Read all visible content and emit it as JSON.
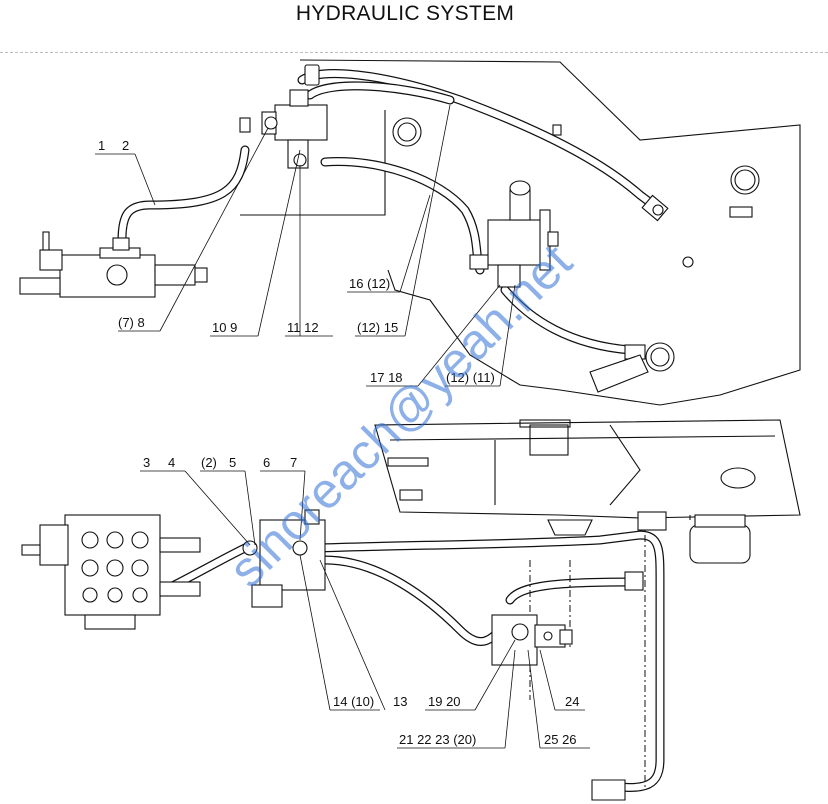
{
  "title": "HYDRAULIC SYSTEM",
  "labels": {
    "l1": "1",
    "l2": "2",
    "l7_8": "(7)  8",
    "l10_9": "10  9",
    "l11_12": "11  12",
    "l12_15": "(12)  15",
    "l16_12": "16  (12)",
    "l17_18": "17  18",
    "l12_11": "(12)  (11)",
    "l3": "3",
    "l4": "4",
    "l2b": "(2)",
    "l5": "5",
    "l6": "6",
    "l7": "7",
    "l14_10": "14  (10)",
    "l13": "13",
    "l19_20": "19  20",
    "l24": "24",
    "l21_20": "21  22  23  (20)",
    "l25_26": "25  26"
  },
  "watermark": "sinoreach@yeah.net"
}
